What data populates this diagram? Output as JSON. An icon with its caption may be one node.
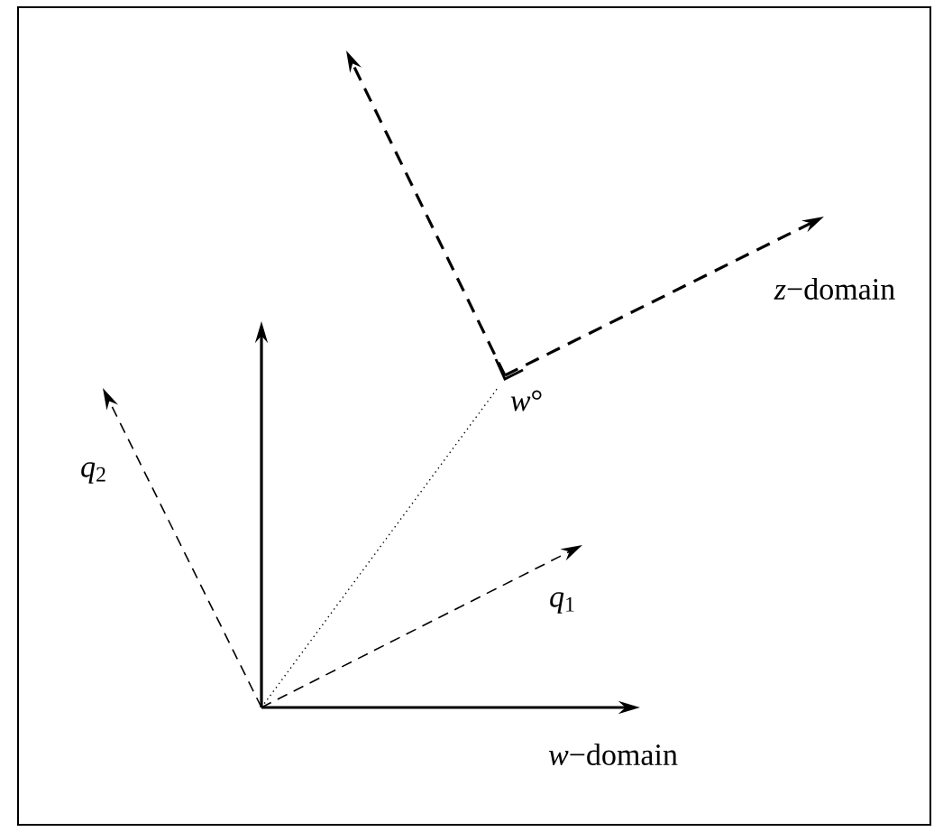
{
  "diagram": {
    "labels": [
      "*z*−domain",
      "*w*°",
      "*q*$_{2}$",
      "*q*$_{1}$",
      "*w*−domain"
    ]
  }
}
